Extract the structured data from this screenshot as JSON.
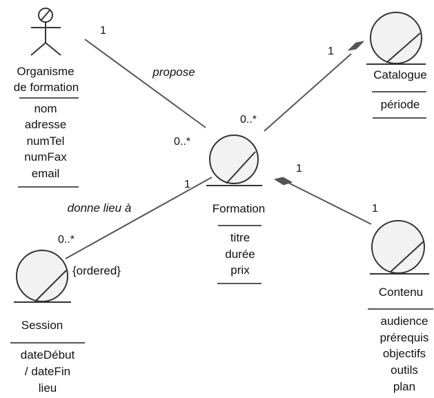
{
  "classes": {
    "organisme": {
      "name_line1": "Organisme",
      "name_line2": "de formation",
      "attributes": [
        "nom",
        "adresse",
        "numTel",
        "numFax",
        "email"
      ]
    },
    "formation": {
      "name": "Formation",
      "attributes": [
        "titre",
        "durée",
        "prix"
      ]
    },
    "catalogue": {
      "name": "Catalogue",
      "attributes": [
        "période"
      ]
    },
    "session": {
      "name": "Session",
      "constraint": "{ordered}",
      "attributes": [
        "dateDébut",
        "/ dateFin",
        "lieu"
      ]
    },
    "contenu": {
      "name": "Contenu",
      "attributes": [
        "audience",
        "prérequis",
        "objectifs",
        "outils",
        "plan"
      ]
    }
  },
  "associations": {
    "propose": {
      "role": "propose",
      "mult_organisme": "1",
      "mult_formation": "0..*"
    },
    "catalogue": {
      "mult_catalogue": "1",
      "mult_formation": "0..*"
    },
    "session": {
      "role": "donne lieu à",
      "mult_formation": "1",
      "mult_session": "0..*"
    },
    "contenu": {
      "mult_formation": "1",
      "mult_contenu": "1"
    }
  }
}
